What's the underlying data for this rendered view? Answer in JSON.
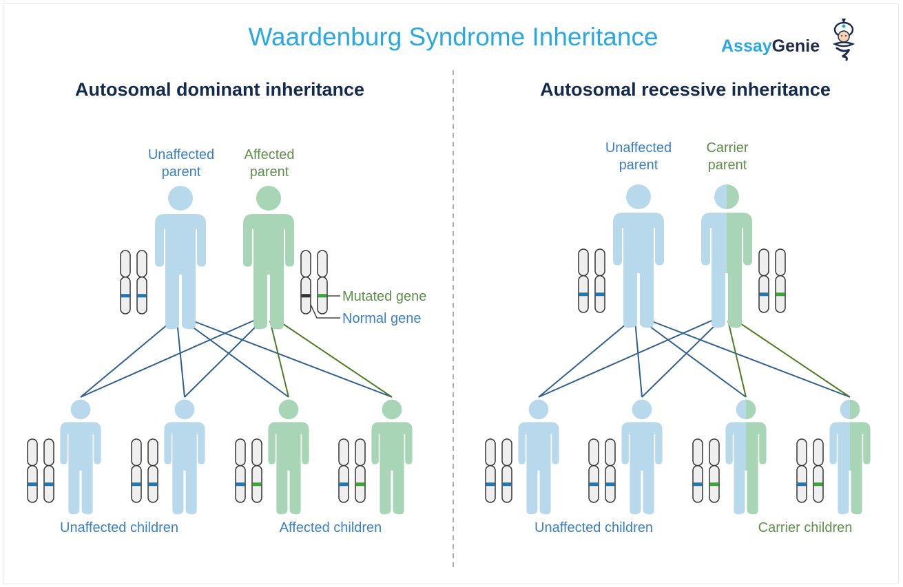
{
  "title": "Waardenburg Syndrome Inheritance",
  "logo": {
    "part1": "Assay",
    "part2": "Genie",
    "icon": "genie-mascot-icon"
  },
  "colors": {
    "title": "#2aa8e0",
    "heading": "#132a4d",
    "unaffected_fill": "#b8d8ec",
    "affected_fill": "#a8d5b6",
    "normal_gene": "#1f78b4",
    "mutated_gene": "#3aa63a",
    "legend_normal_band": "#333333",
    "line_blue": "#2f5f8f",
    "line_green": "#4f7a24",
    "label_blue": "#3a7fc1",
    "label_green": "#5e8f4a",
    "chromosome_fill": "#efefef",
    "chromosome_stroke": "#333333"
  },
  "panels": [
    {
      "id": "dominant",
      "heading": "Autosomal dominant inheritance",
      "parents": [
        {
          "label_line1": "Unaffected",
          "label_line2": "parent",
          "label_color": "blue",
          "status": "unaffected",
          "genes": [
            "normal",
            "normal"
          ],
          "chromosomes_side": "left"
        },
        {
          "label_line1": "Affected",
          "label_line2": "parent",
          "label_color": "green",
          "status": "affected",
          "genes": [
            "legend-normal",
            "mutated"
          ],
          "chromosomes_side": "right"
        }
      ],
      "legend": {
        "mutated": "Mutated gene",
        "normal": "Normal gene"
      },
      "children": [
        {
          "status": "unaffected",
          "genes": [
            "normal",
            "normal"
          ]
        },
        {
          "status": "unaffected",
          "genes": [
            "normal",
            "normal"
          ]
        },
        {
          "status": "affected",
          "genes": [
            "normal",
            "mutated"
          ]
        },
        {
          "status": "affected",
          "genes": [
            "normal",
            "mutated"
          ]
        }
      ],
      "child_groups": [
        {
          "label": "Unaffected children",
          "color": "blue"
        },
        {
          "label": "Affected children",
          "color": "blue"
        }
      ],
      "connections": [
        {
          "parent": 0,
          "child": 0,
          "color": "blue"
        },
        {
          "parent": 0,
          "child": 1,
          "color": "blue"
        },
        {
          "parent": 0,
          "child": 2,
          "color": "blue"
        },
        {
          "parent": 0,
          "child": 3,
          "color": "blue"
        },
        {
          "parent": 1,
          "child": 0,
          "color": "blue"
        },
        {
          "parent": 1,
          "child": 1,
          "color": "blue"
        },
        {
          "parent": 1,
          "child": 2,
          "color": "green"
        },
        {
          "parent": 1,
          "child": 3,
          "color": "green"
        }
      ]
    },
    {
      "id": "recessive",
      "heading": "Autosomal recessive inheritance",
      "parents": [
        {
          "label_line1": "Unaffected",
          "label_line2": "parent",
          "label_color": "blue",
          "status": "unaffected",
          "genes": [
            "normal",
            "normal"
          ],
          "chromosomes_side": "left"
        },
        {
          "label_line1": "Carrier",
          "label_line2": "parent",
          "label_color": "green",
          "status": "carrier",
          "genes": [
            "normal",
            "mutated"
          ],
          "chromosomes_side": "right"
        }
      ],
      "children": [
        {
          "status": "unaffected",
          "genes": [
            "normal",
            "normal"
          ]
        },
        {
          "status": "unaffected",
          "genes": [
            "normal",
            "normal"
          ]
        },
        {
          "status": "carrier",
          "genes": [
            "normal",
            "mutated"
          ]
        },
        {
          "status": "carrier",
          "genes": [
            "normal",
            "mutated"
          ]
        }
      ],
      "child_groups": [
        {
          "label": "Unaffected children",
          "color": "blue"
        },
        {
          "label": "Carrier children",
          "color": "green"
        }
      ],
      "connections": [
        {
          "parent": 0,
          "child": 0,
          "color": "blue"
        },
        {
          "parent": 0,
          "child": 1,
          "color": "blue"
        },
        {
          "parent": 0,
          "child": 2,
          "color": "blue"
        },
        {
          "parent": 0,
          "child": 3,
          "color": "blue"
        },
        {
          "parent": 1,
          "child": 0,
          "color": "blue"
        },
        {
          "parent": 1,
          "child": 1,
          "color": "blue"
        },
        {
          "parent": 1,
          "child": 2,
          "color": "green"
        },
        {
          "parent": 1,
          "child": 3,
          "color": "green"
        }
      ]
    }
  ]
}
